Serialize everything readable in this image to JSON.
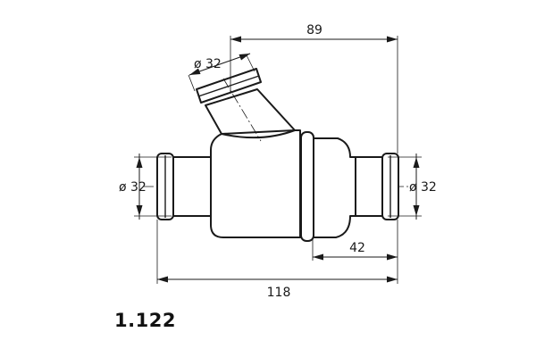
{
  "drawing": {
    "part_number": "1.122",
    "dimensions": {
      "overall_length": "118",
      "branch_offset": "89",
      "outlet_length": "42",
      "branch_diameter": "ø 32",
      "left_diameter": "ø 32",
      "right_diameter": "ø 32"
    }
  }
}
